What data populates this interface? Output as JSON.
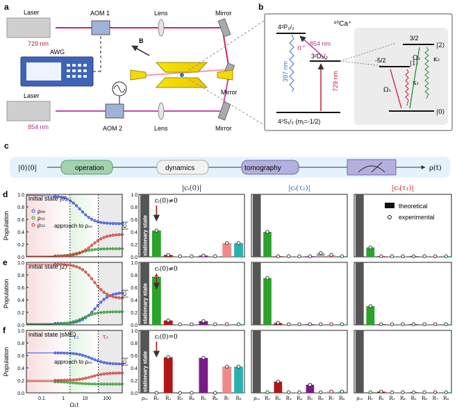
{
  "panel_letters": {
    "a": "a",
    "b": "b",
    "c": "c",
    "d": "d",
    "e": "e",
    "f": "f"
  },
  "setup": {
    "laser_top": "Laser",
    "laser_top_wl": "729 nm",
    "laser_bottom": "Laser",
    "laser_bottom_wl": "854 nm",
    "aom1": "AOM 1",
    "aom2": "AOM 2",
    "lens_top": "Lens",
    "lens_bottom": "Lens",
    "mirror_top": "Mirror",
    "mirror_mid": "Mirror",
    "mirror_bottom": "Mirror",
    "awg": "AWG",
    "field": "B"
  },
  "levels": {
    "species": "⁴⁰Ca⁺",
    "p32": "4²P₃/₂",
    "d52": "3²D₅/₂",
    "s12": "4²S₁/₂ (mⱼ=-1/2)",
    "sigma": "σ⁺",
    "wl_854": "854 nm",
    "wl_397": "397 nm",
    "wl_729": "729 nm",
    "m_neg": "-5/2",
    "m_pos": "3/2",
    "ket1": "|1⟩",
    "ket2": "|2⟩",
    "ket0": "|0⟩",
    "omega1": "Ω₁",
    "omega2": "Ω₂",
    "kappa1": "κ₁",
    "kappa2": "κ₂"
  },
  "flow": {
    "start": "|0⟩⟨0|",
    "step1": "operation",
    "step2": "dynamics",
    "step3": "tomography",
    "end": "ρ(t)"
  },
  "population_plots": {
    "ylabel": "Population",
    "xlabel": "Ω₁t",
    "xticks": [
      "0.1",
      "1",
      "10",
      "100"
    ],
    "yticks": [
      "0.0",
      "0.2",
      "0.4",
      "0.6",
      "0.8",
      "1.0"
    ],
    "legend": [
      "ρ₀₀",
      "ρ₁₁",
      "ρ₂₂"
    ],
    "tau2": "τ₂",
    "tau1": "τ₁",
    "d_title": "initial state |0⟩",
    "e_title": "initial state |2⟩",
    "f_title": "initial state |sME⟩",
    "d_note": "approach to ρₛₛ",
    "f_note": "approach to ρₛₛ",
    "colors": {
      "rho00": "#3a4fd6",
      "rho11": "#2f9a2f",
      "rho22": "#d23a3a"
    }
  },
  "bar_panels": {
    "col_titles": [
      "|cᵢ(0)|",
      "|cᵢ(τ₂)|",
      "|cᵢ(τ₁)|"
    ],
    "ylabel": "|cᵢ|",
    "stationary": "stationary state",
    "notes": {
      "d": "cᵢ(0)≠0",
      "e": "cᵢ(0)≠0",
      "f": "cᵢ(0)=0"
    },
    "legend_theory": "theoretical",
    "legend_exp": "experimental",
    "xticks": [
      "ρₛₛ",
      "R₁",
      "R₂",
      "R₃",
      "R₄",
      "R₅",
      "R₆",
      "R₇",
      "R₈"
    ],
    "bar_colors": [
      "#555555",
      "#2aa32a",
      "#b01818",
      "#aaaaaa",
      "#aaaaaa",
      "#7a1a8a",
      "#aaaaaa",
      "#ef8a8a",
      "#2ab0b0"
    ]
  },
  "chart_data": [
    {
      "type": "bar",
      "panel": "d",
      "title": "|cᵢ(0)|",
      "categories": [
        "ρₛₛ",
        "R₁",
        "R₂",
        "R₃",
        "R₄",
        "R₅",
        "R₆",
        "R₇",
        "R₈"
      ],
      "values": [
        1.0,
        0.42,
        0.03,
        0.01,
        0.01,
        0.02,
        0.01,
        0.22,
        0.22
      ],
      "ylim": [
        0,
        1
      ]
    },
    {
      "type": "bar",
      "panel": "d",
      "title": "|cᵢ(τ₂)|",
      "categories": [
        "ρₛₛ",
        "R₁",
        "R₂",
        "R₃",
        "R₄",
        "R₅",
        "R₆",
        "R₇",
        "R₈"
      ],
      "values": [
        1.0,
        0.4,
        0.01,
        0.01,
        0.01,
        0.01,
        0.06,
        0.03,
        0.01
      ],
      "ylim": [
        0,
        1
      ]
    },
    {
      "type": "bar",
      "panel": "d",
      "title": "|cᵢ(τ₁)|",
      "categories": [
        "ρₛₛ",
        "R₁",
        "R₂",
        "R₃",
        "R₄",
        "R₅",
        "R₆",
        "R₇",
        "R₈"
      ],
      "values": [
        1.0,
        0.15,
        0.01,
        0.01,
        0.01,
        0.01,
        0.01,
        0.01,
        0.01
      ],
      "ylim": [
        0,
        1
      ]
    },
    {
      "type": "bar",
      "panel": "e",
      "title": "|cᵢ(0)|",
      "categories": [
        "ρₛₛ",
        "R₁",
        "R₂",
        "R₃",
        "R₄",
        "R₅",
        "R₆",
        "R₇",
        "R₈"
      ],
      "values": [
        1.0,
        0.77,
        0.07,
        0.01,
        0.01,
        0.06,
        0.01,
        0.01,
        0.01
      ],
      "ylim": [
        0,
        1
      ]
    },
    {
      "type": "bar",
      "panel": "e",
      "title": "|cᵢ(τ₂)|",
      "categories": [
        "ρₛₛ",
        "R₁",
        "R₂",
        "R₃",
        "R₄",
        "R₅",
        "R₆",
        "R₇",
        "R₈"
      ],
      "values": [
        1.0,
        0.75,
        0.03,
        0.01,
        0.01,
        0.01,
        0.01,
        0.01,
        0.01
      ],
      "ylim": [
        0,
        1
      ]
    },
    {
      "type": "bar",
      "panel": "e",
      "title": "|cᵢ(τ₁)|",
      "categories": [
        "ρₛₛ",
        "R₁",
        "R₂",
        "R₃",
        "R₄",
        "R₅",
        "R₆",
        "R₇",
        "R₈"
      ],
      "values": [
        1.0,
        0.3,
        0.01,
        0.01,
        0.01,
        0.01,
        0.01,
        0.01,
        0.01
      ],
      "ylim": [
        0,
        1
      ]
    },
    {
      "type": "bar",
      "panel": "f",
      "title": "|cᵢ(0)|",
      "categories": [
        "ρₛₛ",
        "R₁",
        "R₂",
        "R₃",
        "R₄",
        "R₅",
        "R₆",
        "R₇",
        "R₈"
      ],
      "values": [
        1.0,
        0.0,
        0.57,
        0.0,
        0.0,
        0.56,
        0.0,
        0.42,
        0.42
      ],
      "ylim": [
        0,
        1
      ]
    },
    {
      "type": "bar",
      "panel": "f",
      "title": "|cᵢ(τ₂)|",
      "categories": [
        "ρₛₛ",
        "R₁",
        "R₂",
        "R₃",
        "R₄",
        "R₅",
        "R₆",
        "R₇",
        "R₈"
      ],
      "values": [
        1.0,
        0.01,
        0.18,
        0.01,
        0.01,
        0.13,
        0.01,
        0.02,
        0.02
      ],
      "ylim": [
        0,
        1
      ]
    },
    {
      "type": "bar",
      "panel": "f",
      "title": "|cᵢ(τ₁)|",
      "categories": [
        "ρₛₛ",
        "R₁",
        "R₂",
        "R₃",
        "R₄",
        "R₅",
        "R₆",
        "R₇",
        "R₈"
      ],
      "values": [
        1.0,
        0.01,
        0.02,
        0.01,
        0.01,
        0.01,
        0.01,
        0.01,
        0.01
      ],
      "ylim": [
        0,
        1
      ]
    }
  ]
}
